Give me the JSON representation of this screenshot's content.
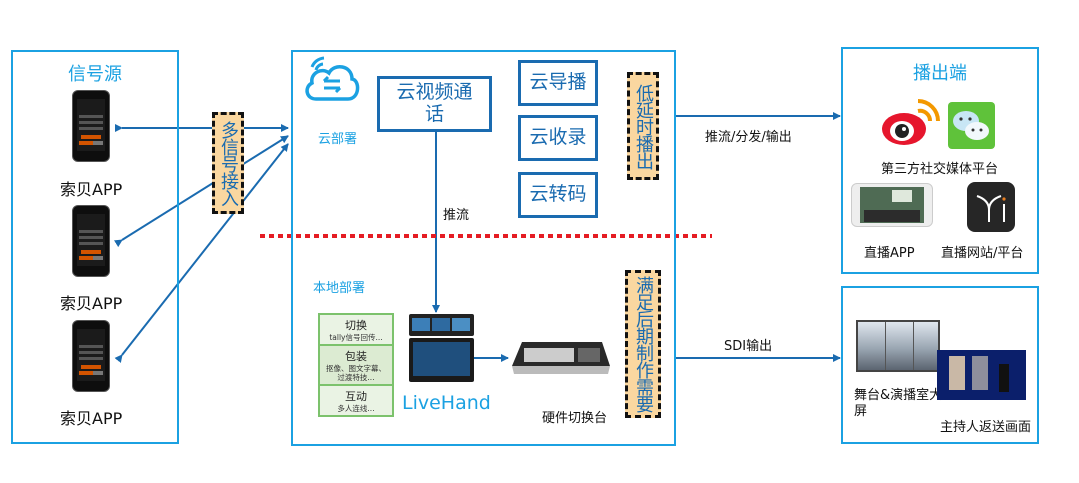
{
  "signal_source": {
    "title": "信号源",
    "devices": [
      {
        "icon": "smartphone-icon",
        "label": "索贝APP"
      },
      {
        "icon": "smartphone-icon",
        "label": "索贝APP"
      },
      {
        "icon": "smartphone-icon",
        "label": "索贝APP"
      }
    ],
    "multi_signal_tag": "多信号接入"
  },
  "cloud": {
    "icon": "cloud-icon",
    "label": "云部署",
    "video_call": "云视频通话",
    "services": [
      "云导播",
      "云收录",
      "云转码"
    ],
    "low_latency_tag": "低延时播出",
    "push_label": "推流"
  },
  "local": {
    "label": "本地部署",
    "features": [
      {
        "title": "切换",
        "desc": "tally信号回传..."
      },
      {
        "title": "包装",
        "desc": "抠像、图文字幕、过渡特技..."
      },
      {
        "title": "互动",
        "desc": "多人连线..."
      }
    ],
    "livehand_label": "LiveHand",
    "hardware_label": "硬件切换台",
    "post_tag": "满足后期制作需要"
  },
  "edges": {
    "push_distribute": "推流/分发/输出",
    "sdi": "SDI输出"
  },
  "output": {
    "title": "播出端",
    "social_label": "第三方社交媒体平台",
    "live_app_label": "直播APP",
    "live_site_label": "直播网站/平台"
  },
  "screens": {
    "stage_label": "舞台&演播室大屏",
    "host_label": "主持人返送画面"
  },
  "colors": {
    "accent": "#1ba1e2",
    "arrow": "#1a6bb0",
    "divider": "#e51c23",
    "tag_fill": "#fad7a0",
    "feature_border": "#7cc26c"
  }
}
